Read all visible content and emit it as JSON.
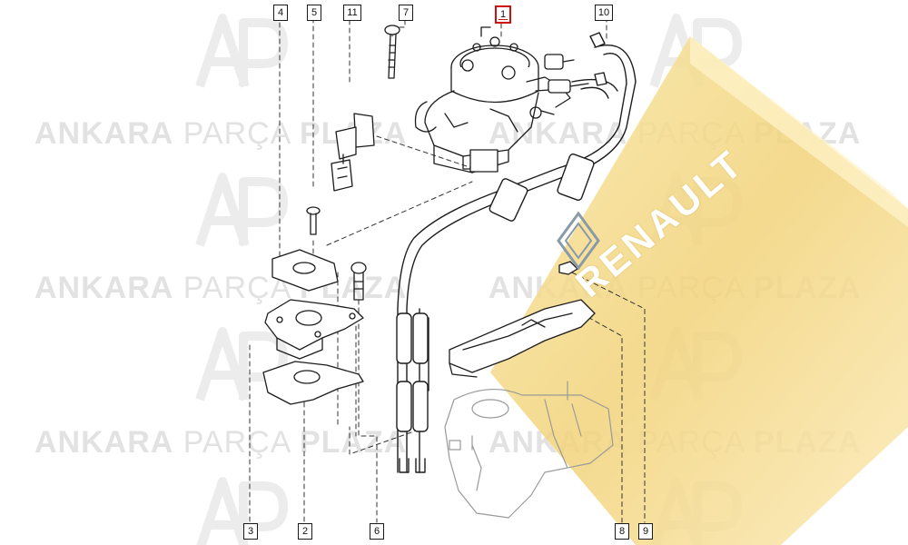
{
  "watermark": {
    "left_bold": "ANKARA",
    "middle": "PARÇA",
    "right_bold": "PLAZA",
    "monogram": "AP"
  },
  "brand": {
    "logo_text": "RENAULT",
    "band_color": "#f3dc8a",
    "logo_color": "#ffffff"
  },
  "callouts": [
    {
      "id": "1",
      "label": "1",
      "active": true,
      "color": "#d01010"
    },
    {
      "id": "2",
      "label": "2"
    },
    {
      "id": "3",
      "label": "3"
    },
    {
      "id": "4",
      "label": "4"
    },
    {
      "id": "5",
      "label": "5"
    },
    {
      "id": "6",
      "label": "6"
    },
    {
      "id": "7",
      "label": "7"
    },
    {
      "id": "8",
      "label": "8"
    },
    {
      "id": "9",
      "label": "9"
    },
    {
      "id": "10",
      "label": "10"
    },
    {
      "id": "11",
      "label": "11"
    }
  ]
}
